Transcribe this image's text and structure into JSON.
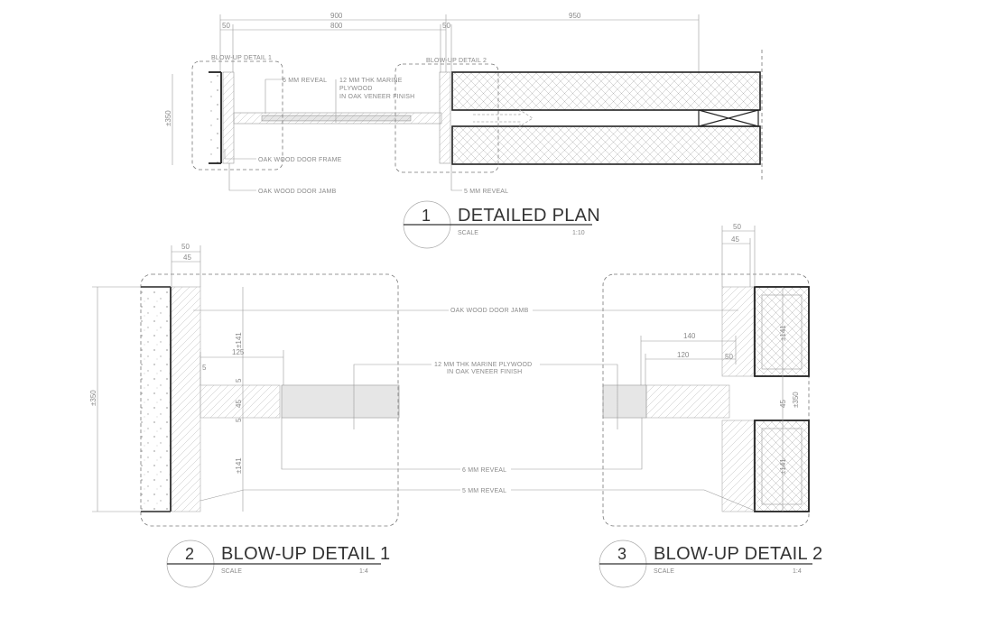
{
  "plan": {
    "dims_top": [
      "900",
      "950"
    ],
    "dims_second": [
      "800"
    ],
    "dims_small": [
      "50",
      "50"
    ],
    "dim_left": "±350",
    "callouts": {
      "blowup1": "BLOW-UP DETAIL 1",
      "blowup2": "BLOW-UP DETAIL 2",
      "reveal6": "6 MM REVEAL",
      "plywood_l1": "12 MM THK MARINE",
      "plywood_l2": "PLYWOOD",
      "plywood_l3": "IN OAK VENEER FINISH",
      "frame": "OAK WOOD DOOR FRAME",
      "jamb": "OAK WOOD DOOR JAMB",
      "reveal5": "5 MM REVEAL"
    },
    "title": {
      "number": "1",
      "name": "DETAILED PLAN",
      "scale_label": "SCALE",
      "scale": "1:10"
    }
  },
  "detail1": {
    "dims": {
      "d50": "50",
      "d45": "45",
      "d350": "±350",
      "d141a": "±141",
      "d141b": "±141",
      "d125": "125",
      "d5a": "5",
      "d5b": "5",
      "d45b": "45",
      "d5c": "5"
    },
    "title": {
      "number": "2",
      "name": "BLOW-UP DETAIL 1",
      "scale_label": "SCALE",
      "scale": "1:4"
    }
  },
  "detail2": {
    "dims": {
      "d50": "50",
      "d45": "45",
      "d140": "140",
      "d120": "120",
      "d50b": "50",
      "d141a": "±141",
      "d141b": "±141",
      "d45b": "45",
      "d350": "±350"
    },
    "title": {
      "number": "3",
      "name": "BLOW-UP DETAIL 2",
      "scale_label": "SCALE",
      "scale": "1:4"
    }
  },
  "shared_notes": {
    "jamb": "OAK WOOD DOOR JAMB",
    "plywood_l1": "12 MM THK MARINE PLYWOOD",
    "plywood_l2": "IN OAK VENEER FINISH",
    "reveal6": "6 MM REVEAL",
    "reveal5": "5 MM REVEAL"
  }
}
